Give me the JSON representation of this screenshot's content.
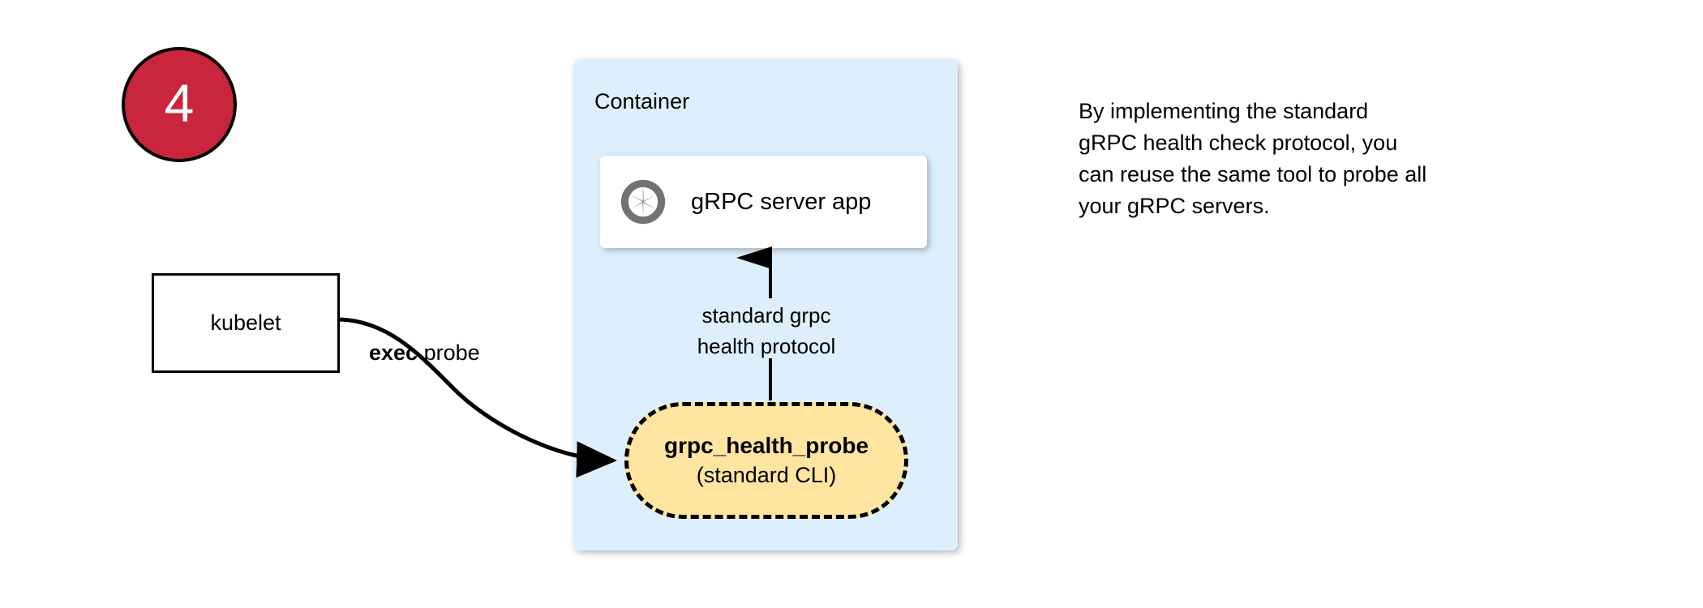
{
  "figure": {
    "step": {
      "number": "4"
    },
    "kubelet": {
      "label": "kubelet"
    },
    "edges": {
      "exec_probe": {
        "strong": "exec",
        "rest": " probe"
      },
      "protocol": {
        "line1": "standard grpc",
        "line2": "health protocol"
      }
    },
    "container": {
      "title": "Container",
      "server_card": {
        "icon": "grpc-aperture-icon",
        "label": "gRPC server app"
      },
      "probe": {
        "title": "grpc_health_probe",
        "subtitle": "(standard CLI)"
      }
    },
    "note": {
      "line1": "By implementing the standard",
      "line2": "gRPC health check protocol, you",
      "line3": "can reuse the same tool to probe all",
      "line4": "your gRPC servers."
    },
    "colors": {
      "badge_fill": "#c9253c",
      "badge_text": "#ffffff",
      "container_fill": "#ddeffc",
      "probe_fill": "#ffe5a0",
      "card_fill": "#ffffff",
      "icon_gray": "#737373",
      "stroke": "#000000"
    }
  }
}
